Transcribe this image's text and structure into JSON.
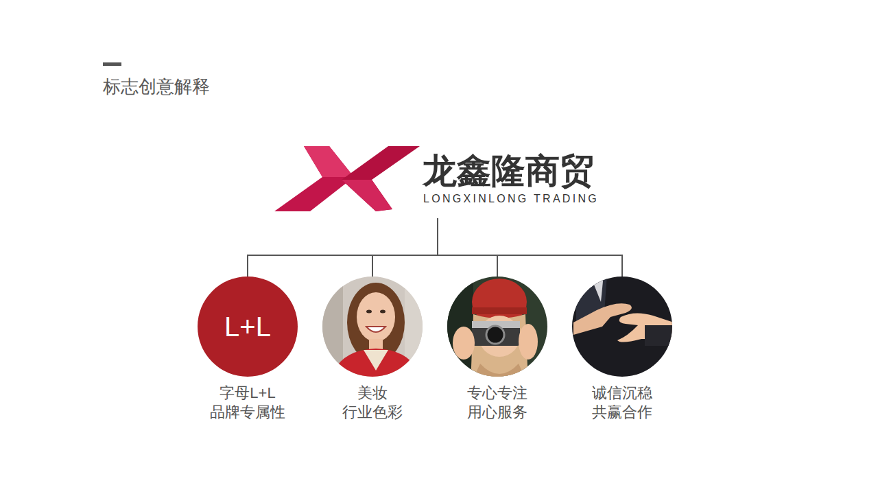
{
  "diagram": {
    "title": "标志创意解释",
    "nodes": [
      {
        "text": [
          "龙鑫隆商贸",
          "LONGXINLONG TRADING"
        ]
      },
      {
        "text": [
          "L+L",
          "字母L+L 品牌专属性"
        ]
      },
      {
        "text": [
          "美妆 行业色彩"
        ]
      },
      {
        "text": [
          "专心专注 用心服务"
        ]
      },
      {
        "text": [
          "诚信沉稳 共赢合作"
        ]
      }
    ],
    "edges": [
      {
        "from": 0,
        "to": 1,
        "arrow": "none"
      },
      {
        "from": 0,
        "to": 2,
        "arrow": "none"
      },
      {
        "from": 0,
        "to": 3,
        "arrow": "none"
      },
      {
        "from": 0,
        "to": 4,
        "arrow": "none"
      }
    ]
  }
}
